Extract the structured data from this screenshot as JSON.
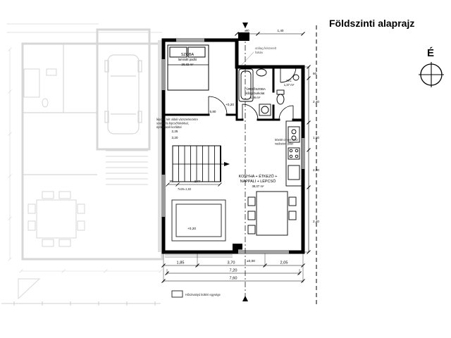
{
  "header": {
    "title": "Földszinti alaprajz"
  },
  "compass": {
    "north_label": "É"
  },
  "rooms": {
    "szoba": {
      "name": "SZOBA",
      "finish": "laminált padló",
      "area": "20,32 m²"
    },
    "furdoszoba": {
      "name": "FÜRDŐSZOBA",
      "finish": "kőlap burkolat",
      "area": "5,06 m²"
    },
    "wc": {
      "name": "WC",
      "area": "1,37 m²"
    },
    "nappali": {
      "line1": "KONYHA + ÉTKEZŐ +",
      "line2": "NAPPALI + LÉPCSŐ",
      "area": "38,07 m²"
    }
  },
  "levels": {
    "hall": "+0,20",
    "nappali": "+0,20",
    "terasz": "±0,00"
  },
  "notes": {
    "wall1": "utólag felszerelt",
    "wall2": "falsáv",
    "stair1": "lépcső: két oldali vázszerkezetre",
    "stair2": "szerelt fa lépcsőfokokkal,",
    "stair3": "épített acél korláttal",
    "stair_run": "7x26=1,82",
    "pillar1": "60x60 cm-es kész",
    "pillar2": "vasbeton pillér",
    "heatpump": "Hőszivattyú kültéri egysége"
  },
  "dimensions": {
    "bottom_segments": [
      "1,85",
      "3,70",
      "2,05"
    ],
    "bottom_total_inner": "7,20",
    "bottom_total": "7,60",
    "right_col": [
      "60",
      "2,40",
      "1,50",
      "2,00",
      "2,40"
    ],
    "top_row": [
      "90",
      "1,40"
    ],
    "inner": [
      "2,25",
      "3,20",
      "95",
      "2,77",
      "5,80"
    ]
  }
}
